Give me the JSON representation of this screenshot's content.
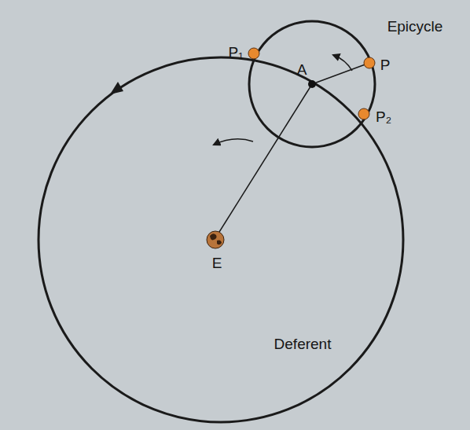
{
  "diagram": {
    "labels": [
      "Epicycle",
      "P₁",
      "A",
      "P",
      "P₂",
      "E",
      "Deferent"
    ]
  }
}
